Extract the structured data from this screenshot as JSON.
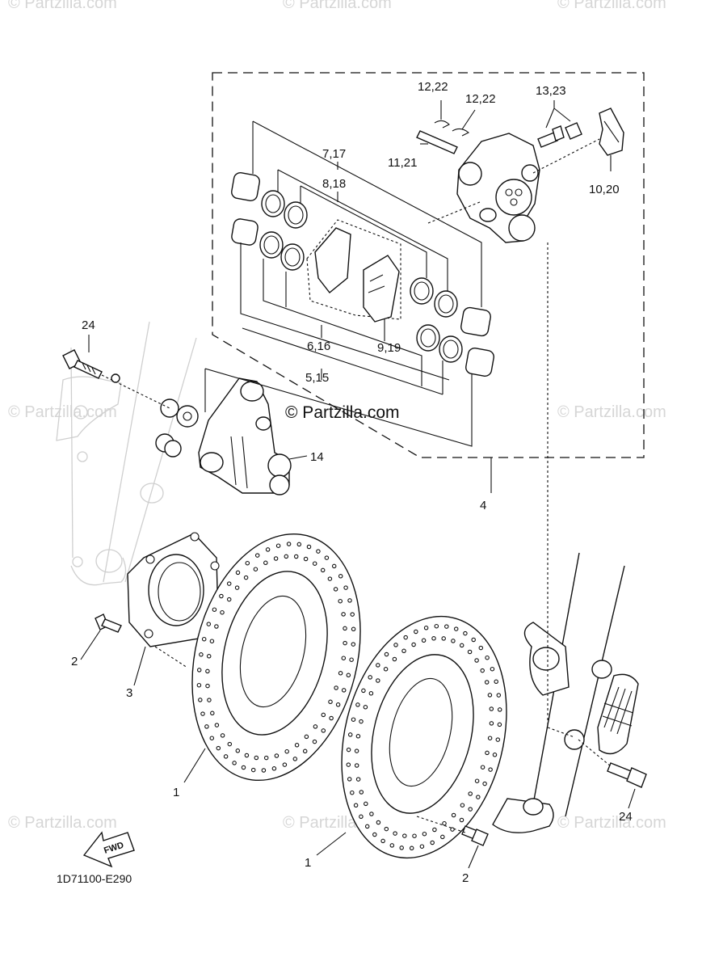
{
  "watermarks": {
    "brand": "© Partzilla.com",
    "tile": "© Partzilla.com"
  },
  "diagram_code": "1D71100-E290",
  "fwd_label": "FWD",
  "callouts": {
    "c1_left": "1",
    "c1_right": "1",
    "c2_left": "2",
    "c2_right": "2",
    "c3": "3",
    "c4": "4",
    "c5_15": "5,15",
    "c6_16": "6,16",
    "c7_17": "7,17",
    "c8_18": "8,18",
    "c9_19": "9,19",
    "c10_20": "10,20",
    "c11_21": "11,21",
    "c12_22_a": "12,22",
    "c12_22_b": "12,22",
    "c13_23": "13,23",
    "c14": "14",
    "c24_top": "24",
    "c24_bottom": "24"
  }
}
